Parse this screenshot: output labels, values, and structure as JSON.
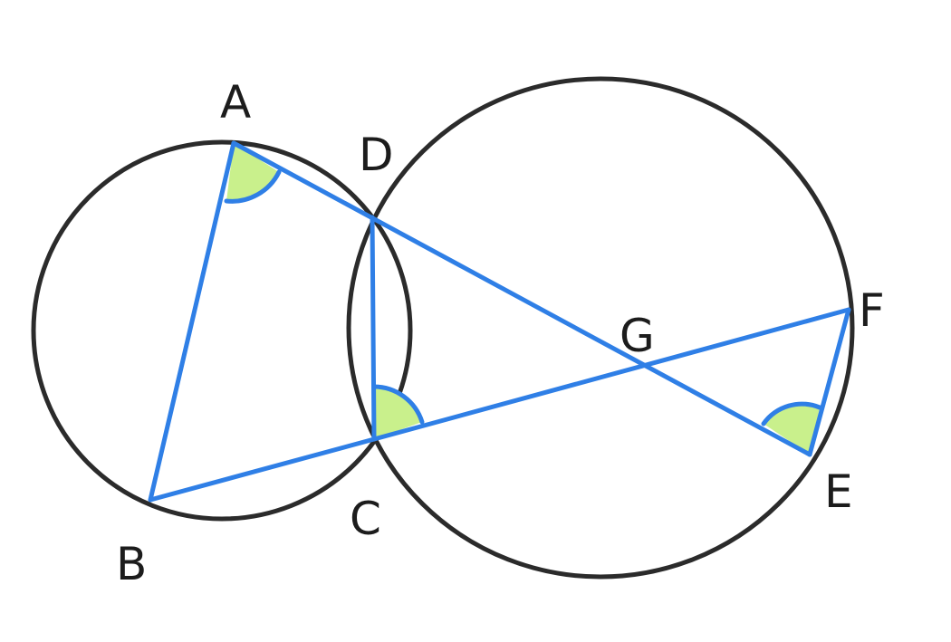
{
  "points": {
    "A": {
      "label": "A"
    },
    "B": {
      "label": "B"
    },
    "C": {
      "label": "C"
    },
    "D": {
      "label": "D"
    },
    "E": {
      "label": "E"
    },
    "F": {
      "label": "F"
    },
    "G": {
      "label": "G"
    }
  },
  "circles": [
    {
      "name": "left-circle",
      "through": [
        "A",
        "B",
        "C",
        "D"
      ]
    },
    {
      "name": "right-circle",
      "through": [
        "C",
        "D",
        "E",
        "F"
      ]
    }
  ],
  "segments": [
    [
      "A",
      "B"
    ],
    [
      "B",
      "C"
    ],
    [
      "A",
      "E"
    ],
    [
      "C",
      "F"
    ],
    [
      "C",
      "D"
    ],
    [
      "E",
      "F"
    ]
  ],
  "marked_angles": [
    "BAD",
    "DCF",
    "DEF"
  ],
  "colors": {
    "circle": "#2b2b2b",
    "segment": "#2f7fe6",
    "angle_fill": "#c9f08c",
    "label": "#1c1c1c"
  }
}
